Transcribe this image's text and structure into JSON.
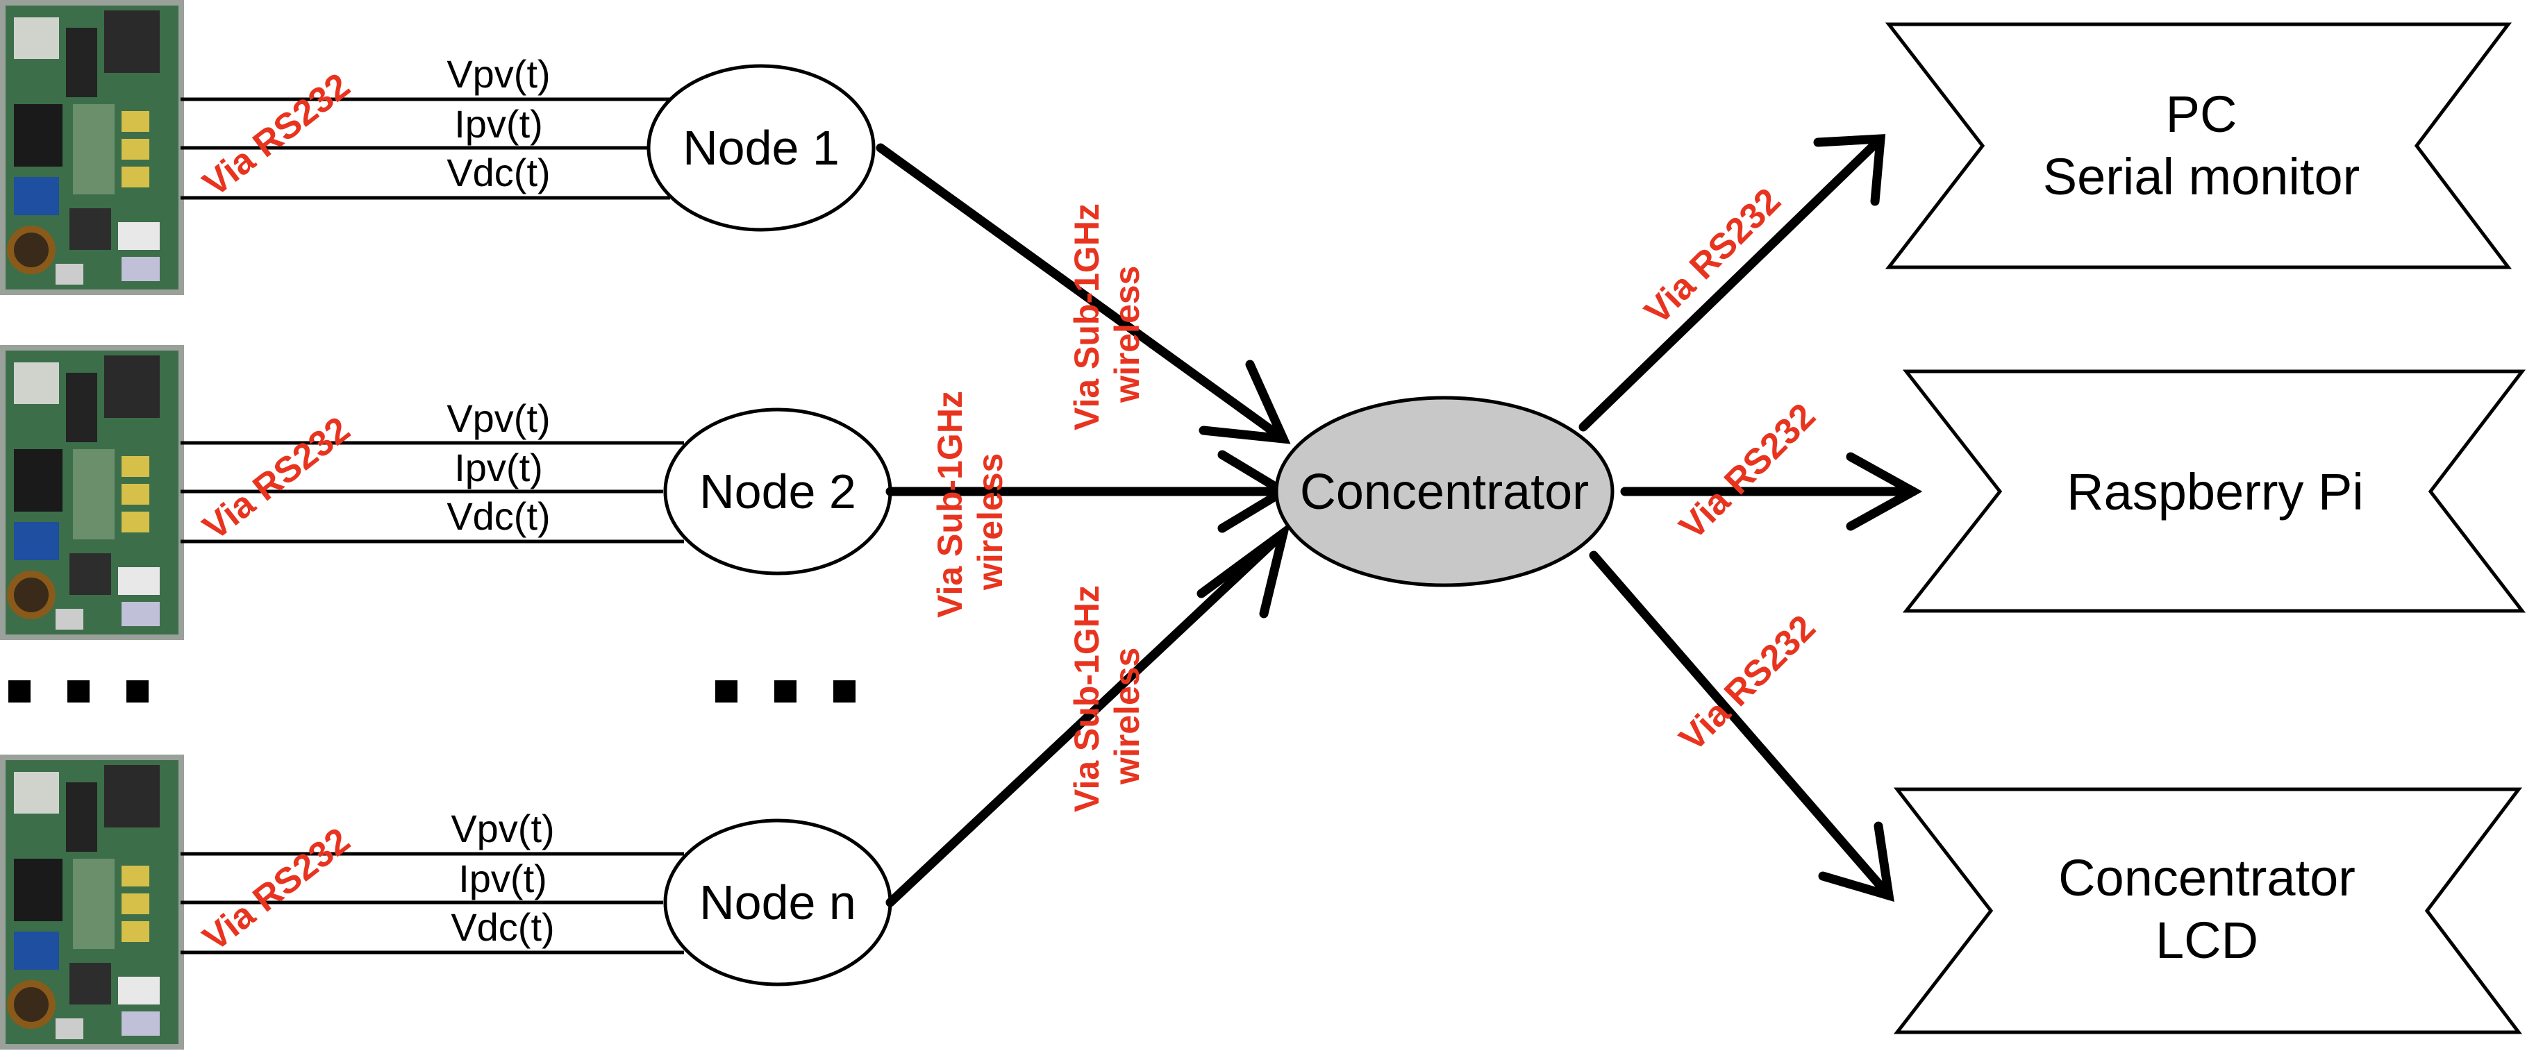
{
  "colors": {
    "annotation": "#e8341f",
    "concentrator_fill": "#c8c8c8",
    "board_pcb": "#3c6e4a"
  },
  "signals": [
    "Vpv(t)",
    "Ipv(t)",
    "Vdc(t)"
  ],
  "nodes": [
    {
      "label": "Node 1"
    },
    {
      "label": "Node 2"
    },
    {
      "label": "Node n"
    }
  ],
  "concentrator": {
    "label": "Concentrator"
  },
  "outputs": [
    {
      "line1": "PC",
      "line2": "Serial monitor"
    },
    {
      "line1": "Raspberry Pi",
      "line2": ""
    },
    {
      "line1": "Concentrator",
      "line2": "LCD"
    }
  ],
  "annotations": {
    "rs232": "Via RS232",
    "wireless_line1": "Via Sub-1GHz",
    "wireless_line2": "wireless"
  },
  "icons": {
    "board": "pv-inverter-board-photo",
    "ellipsis": "ellipsis-squares"
  }
}
